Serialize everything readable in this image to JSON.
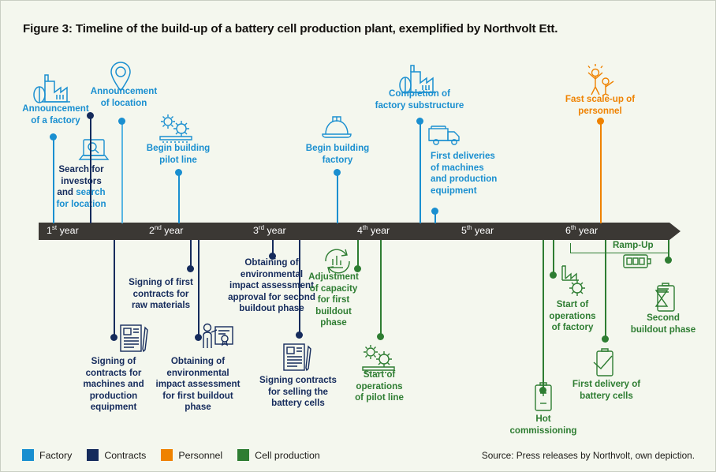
{
  "figure": {
    "title": "Figure 3: Timeline of the build-up of a battery cell production plant, exemplified by Northvolt Ett.",
    "background": "#f4f7ee",
    "bar_color": "#3b3834"
  },
  "colors": {
    "factory": "#1a8fd0",
    "contracts": "#152b5c",
    "personnel": "#ef8200",
    "cell_production": "#2e7d32"
  },
  "axis": {
    "years": [
      {
        "label": "1",
        "suffix": "st",
        "word": "year"
      },
      {
        "label": "2",
        "suffix": "nd",
        "word": "year"
      },
      {
        "label": "3",
        "suffix": "rd",
        "word": "year"
      },
      {
        "label": "4",
        "suffix": "th",
        "word": "year"
      },
      {
        "label": "5",
        "suffix": "th",
        "word": "year"
      },
      {
        "label": "6",
        "suffix": "th",
        "word": "year"
      }
    ]
  },
  "bracket": {
    "label": "Ramp-Up",
    "category": "cell_production"
  },
  "events_above": [
    {
      "id": "announcement-factory",
      "label": "Announcement\nof a factory",
      "category": "factory",
      "icon": "factory-leaf-icon"
    },
    {
      "id": "search-investors",
      "label_part1": "Search for\ninvestors\nand ",
      "label_part2": "search\nfor location",
      "category": "contracts",
      "category2": "factory",
      "icon": "laptop-search-icon"
    },
    {
      "id": "announcement-location",
      "label": "Announcement\nof location",
      "category": "factory",
      "icon": "map-pin-icon"
    },
    {
      "id": "begin-pilot-line",
      "label": "Begin building\npilot line",
      "category": "factory",
      "icon": "gears-conveyor-icon"
    },
    {
      "id": "begin-building-factory",
      "label": "Begin building\nfactory",
      "category": "factory",
      "icon": "hard-hat-icon"
    },
    {
      "id": "completion-substructure",
      "label": "Completion of\nfactory substructure",
      "category": "factory",
      "icon": "factory-leaf-icon"
    },
    {
      "id": "first-deliveries",
      "label": "First deliveries\nof machines\nand production\nequipment",
      "category": "factory",
      "icon": "truck-icon"
    },
    {
      "id": "fast-scale-up",
      "label": "Fast scale-up of\npersonnel",
      "category": "personnel",
      "icon": "people-celebrate-icon"
    }
  ],
  "events_below": [
    {
      "id": "signing-contracts-machines",
      "label": "Signing of\ncontracts for\nmachines and\nproduction\nequipment",
      "category": "contracts",
      "icon": "document-pen-icon"
    },
    {
      "id": "signing-first-contracts-raw",
      "label": "Signing of first\ncontracts for\nraw materials",
      "category": "contracts",
      "icon": "none"
    },
    {
      "id": "obtaining-eia-first",
      "label": "Obtaining of\nenvironmental\nimpact assessment\nfor first buildout\nphase",
      "category": "contracts",
      "icon": "person-certificate-icon"
    },
    {
      "id": "obtaining-eia-second",
      "label": "Obtaining of\nenvironmental\nimpact assessment\napproval for second\nbuildout phase",
      "category": "contracts",
      "icon": "none"
    },
    {
      "id": "signing-contracts-selling",
      "label": "Signing contracts\nfor selling the\nbattery cells",
      "category": "contracts",
      "icon": "document-pen-icon"
    },
    {
      "id": "adjustment-capacity",
      "label": "Adjustment\nof capacity\nfor first\nbuildout\nphase",
      "category": "cell_production",
      "icon": "chart-refresh-icon"
    },
    {
      "id": "start-operations-pilot",
      "label": "Start of\noperations\nof pilot line",
      "category": "cell_production",
      "icon": "gears-conveyor-icon"
    },
    {
      "id": "hot-commissioning",
      "label": "Hot\ncommissioning",
      "category": "cell_production",
      "icon": "battery-plusminus-icon"
    },
    {
      "id": "start-operations-factory",
      "label": "Start of\noperations\nof factory",
      "category": "cell_production",
      "icon": "factory-gear-icon"
    },
    {
      "id": "first-delivery-cells",
      "label": "First delivery of\nbattery cells",
      "category": "cell_production",
      "icon": "battery-check-icon"
    },
    {
      "id": "second-buildout",
      "label": "Second\nbuildout phase",
      "category": "cell_production",
      "icon": "battery-hourglass-icon"
    }
  ],
  "legend": {
    "items": [
      {
        "label": "Factory",
        "color": "#1a8fd0"
      },
      {
        "label": "Contracts",
        "color": "#152b5c"
      },
      {
        "label": "Personnel",
        "color": "#ef8200"
      },
      {
        "label": "Cell production",
        "color": "#2e7d32"
      }
    ]
  },
  "source": "Source: Press releases by Northvolt, own depiction."
}
